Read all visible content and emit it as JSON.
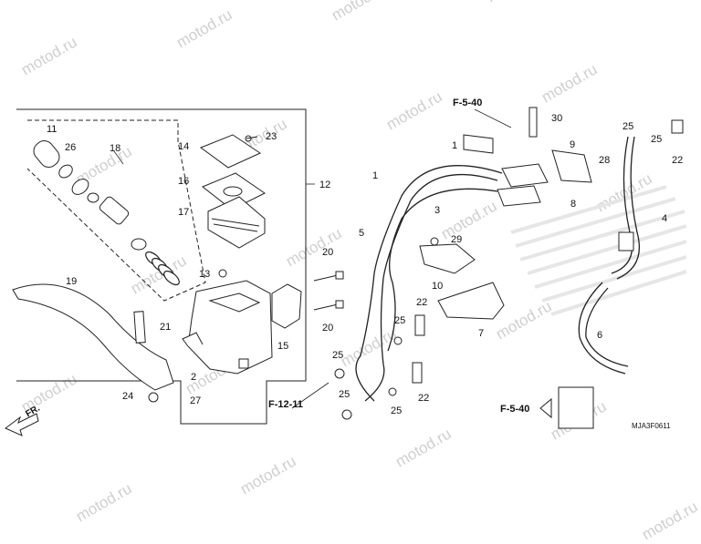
{
  "watermark": "motod.ru",
  "diagram_code": "MJA3F0611",
  "direction_marker": "FR.",
  "section_refs": {
    "top": "F-5-40",
    "left": "F-12-11",
    "bottom": "F-5-40"
  },
  "part_numbers": [
    "1",
    "1",
    "2",
    "3",
    "4",
    "5",
    "6",
    "7",
    "8",
    "9",
    "10",
    "11",
    "12",
    "13",
    "14",
    "15",
    "16",
    "17",
    "18",
    "19",
    "20",
    "20",
    "21",
    "22",
    "22",
    "22",
    "23",
    "24",
    "25",
    "25",
    "25",
    "25",
    "25",
    "26",
    "27",
    "28",
    "29",
    "30"
  ]
}
